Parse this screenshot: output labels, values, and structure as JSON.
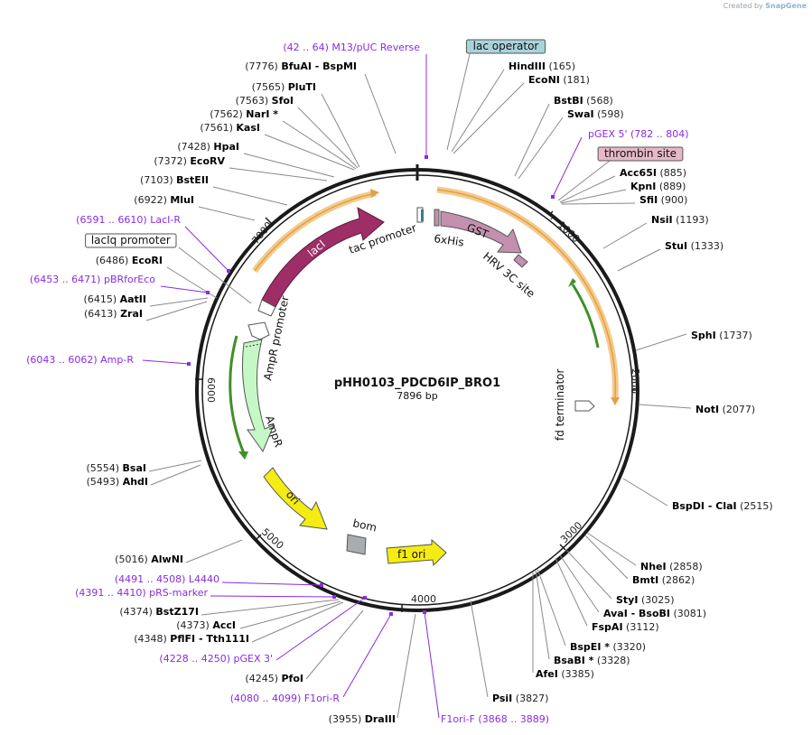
{
  "credit": {
    "prefix": "Created by",
    "brand": "SnapGene"
  },
  "plasmid": {
    "name": "pHH0103_PDCD6IP_BRO1",
    "length_text": "7896 bp",
    "length": 7896
  },
  "ticks": [
    "1000",
    "2000",
    "3000",
    "4000",
    "5000",
    "6000",
    "7000"
  ],
  "features": [
    {
      "id": "lacI",
      "label": "lacI",
      "color": "#9e2f66"
    },
    {
      "id": "tac",
      "label": "tac promoter"
    },
    {
      "id": "sixhis",
      "label": "6xHis"
    },
    {
      "id": "gst",
      "label": "GST",
      "color": "#c390ad"
    },
    {
      "id": "hrv",
      "label": "HRV 3C site"
    },
    {
      "id": "fdterm",
      "label": "fd terminator"
    },
    {
      "id": "amprprom",
      "label": "AmpR promoter"
    },
    {
      "id": "ampr",
      "label": "AmpR",
      "color": "#c6f7c6"
    },
    {
      "id": "ori",
      "label": "ori",
      "color": "#f5ec12"
    },
    {
      "id": "bom",
      "label": "bom"
    },
    {
      "id": "f1ori",
      "label": "f1 ori",
      "color": "#f5ec12"
    }
  ],
  "labels": [
    {
      "pos": "(42 .. 64)",
      "name": "M13/pUC Reverse",
      "kind": "primer"
    },
    {
      "pos": "(7776)",
      "name": "BfuAI",
      "name2": "BspMI",
      "kind": "enzyme"
    },
    {
      "pos": "(7565)",
      "name": "PluTI",
      "kind": "enzyme"
    },
    {
      "pos": "(7563)",
      "name": "SfoI",
      "kind": "enzyme"
    },
    {
      "pos": "(7562)",
      "name": "NarI *",
      "kind": "enzyme"
    },
    {
      "pos": "(7561)",
      "name": "KasI",
      "kind": "enzyme"
    },
    {
      "pos": "(7428)",
      "name": "HpaI",
      "kind": "enzyme"
    },
    {
      "pos": "(7372)",
      "name": "EcoRV",
      "kind": "enzyme"
    },
    {
      "pos": "(7103)",
      "name": "BstEII",
      "kind": "enzyme"
    },
    {
      "pos": "(6922)",
      "name": "MluI",
      "kind": "enzyme"
    },
    {
      "pos": "(6591 .. 6610)",
      "name": "LacI-R",
      "kind": "primer"
    },
    {
      "name": "lacIq promoter",
      "kind": "boxed-white"
    },
    {
      "pos": "(6486)",
      "name": "EcoRI",
      "kind": "enzyme"
    },
    {
      "pos": "(6453 .. 6471)",
      "name": "pBRforEco",
      "kind": "primer"
    },
    {
      "pos": "(6415)",
      "name": "AatII",
      "kind": "enzyme"
    },
    {
      "pos": "(6413)",
      "name": "ZraI",
      "kind": "enzyme"
    },
    {
      "pos": "(6043 .. 6062)",
      "name": "Amp-R",
      "kind": "primer"
    },
    {
      "pos": "(5554)",
      "name": "BsaI",
      "kind": "enzyme"
    },
    {
      "pos": "(5493)",
      "name": "AhdI",
      "kind": "enzyme"
    },
    {
      "pos": "(5016)",
      "name": "AlwNI",
      "kind": "enzyme"
    },
    {
      "pos": "(4491 .. 4508)",
      "name": "L4440",
      "kind": "primer"
    },
    {
      "pos": "(4391 .. 4410)",
      "name": "pRS-marker",
      "kind": "primer"
    },
    {
      "pos": "(4374)",
      "name": "BstZ17I",
      "kind": "enzyme"
    },
    {
      "pos": "(4373)",
      "name": "AccI",
      "kind": "enzyme"
    },
    {
      "pos": "(4348)",
      "name": "PflFI",
      "name2": "Tth111I",
      "kind": "enzyme"
    },
    {
      "pos": "(4228 .. 4250)",
      "name": "pGEX 3'",
      "kind": "primer"
    },
    {
      "pos": "(4245)",
      "name": "PfoI",
      "kind": "enzyme"
    },
    {
      "pos": "(4080 .. 4099)",
      "name": "F1ori-R",
      "kind": "primer"
    },
    {
      "pos": "(3955)",
      "name": "DraIII",
      "kind": "enzyme"
    },
    {
      "name": "lac operator",
      "kind": "boxed-blue"
    },
    {
      "pos": "(165)",
      "name": "HindIII",
      "kind": "enzyme"
    },
    {
      "pos": "(181)",
      "name": "EcoNI",
      "kind": "enzyme"
    },
    {
      "pos": "(568)",
      "name": "BstBI",
      "kind": "enzyme"
    },
    {
      "pos": "(598)",
      "name": "SwaI",
      "kind": "enzyme"
    },
    {
      "pos": "(782 .. 804)",
      "name": "pGEX 5'",
      "kind": "primer"
    },
    {
      "name": "thrombin site",
      "kind": "boxed-pink"
    },
    {
      "pos": "(885)",
      "name": "Acc65I",
      "kind": "enzyme"
    },
    {
      "pos": "(889)",
      "name": "KpnI",
      "kind": "enzyme"
    },
    {
      "pos": "(900)",
      "name": "SfiI",
      "kind": "enzyme"
    },
    {
      "pos": "(1193)",
      "name": "NsiI",
      "kind": "enzyme"
    },
    {
      "pos": "(1333)",
      "name": "StuI",
      "kind": "enzyme"
    },
    {
      "pos": "(1737)",
      "name": "SphI",
      "kind": "enzyme"
    },
    {
      "pos": "(2077)",
      "name": "NotI",
      "kind": "enzyme"
    },
    {
      "pos": "(2515)",
      "name": "BspDI",
      "name2": "ClaI",
      "kind": "enzyme"
    },
    {
      "pos": "(2858)",
      "name": "NheI",
      "kind": "enzyme"
    },
    {
      "pos": "(2862)",
      "name": "BmtI",
      "kind": "enzyme"
    },
    {
      "pos": "(3025)",
      "name": "StyI",
      "kind": "enzyme"
    },
    {
      "pos": "(3081)",
      "name": "AvaI",
      "name2": "BsoBI",
      "kind": "enzyme"
    },
    {
      "pos": "(3112)",
      "name": "FspAI",
      "kind": "enzyme"
    },
    {
      "pos": "(3320)",
      "name": "BspEI *",
      "kind": "enzyme"
    },
    {
      "pos": "(3328)",
      "name": "BsaBI *",
      "kind": "enzyme"
    },
    {
      "pos": "(3385)",
      "name": "AfeI",
      "kind": "enzyme"
    },
    {
      "pos": "(3827)",
      "name": "PsiI",
      "kind": "enzyme"
    },
    {
      "pos": "(3868 .. 3889)",
      "name": "F1ori-F",
      "kind": "primer"
    }
  ],
  "colors": {
    "primer": "#8a2be2",
    "enzyme": "#000000",
    "position": "#222222",
    "orf_highlight": "#f6c98a",
    "orf_line": "#e0a14a",
    "green_arrow": "#3f8f28"
  }
}
